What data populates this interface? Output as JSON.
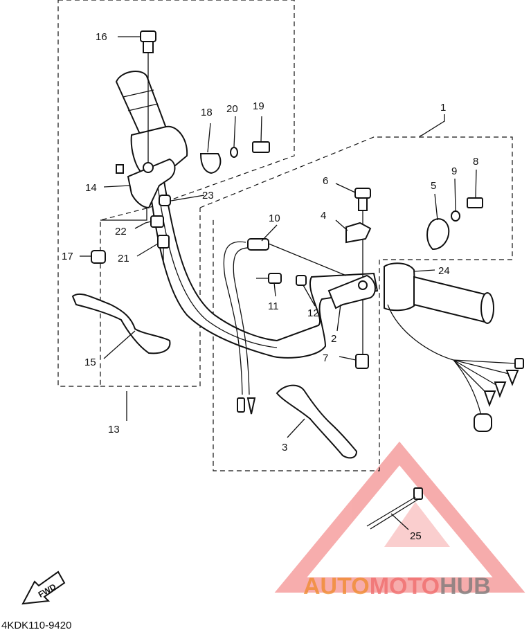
{
  "callouts": {
    "c1": "1",
    "c2": "2",
    "c3": "3",
    "c4": "4",
    "c5": "5",
    "c6": "6",
    "c7": "7",
    "c8": "8",
    "c9": "9",
    "c10": "10",
    "c11": "11",
    "c12": "12",
    "c13": "13",
    "c14": "14",
    "c15": "15",
    "c16": "16",
    "c17": "17",
    "c18": "18",
    "c19": "19",
    "c20": "20",
    "c21": "21",
    "c22": "22",
    "c23": "23",
    "c24": "24",
    "c25": "25"
  },
  "footer": {
    "diagram_code": "4KDK110-9420",
    "fwd_label": "FWD"
  },
  "watermark": {
    "part_a": "AUTO",
    "part_b": "MOTO",
    "part_c": "HUB"
  },
  "colors": {
    "watermark_orange": "#f08a2a",
    "watermark_red": "#f06a6a",
    "watermark_gray": "#777777"
  }
}
